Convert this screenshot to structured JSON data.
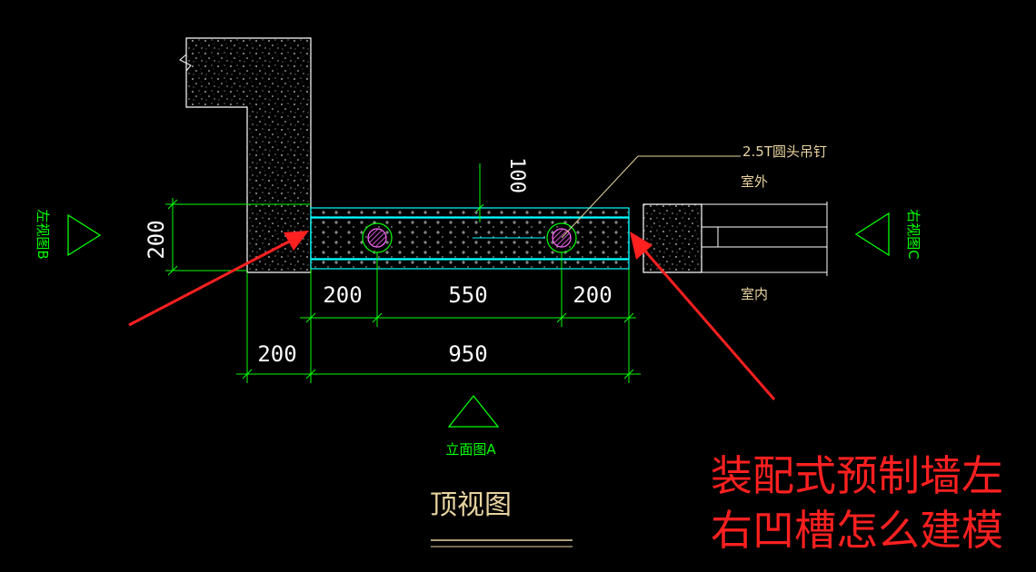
{
  "drawing": {
    "title": "顶视图",
    "annotations": {
      "lifting_nail": "2.5T圆头吊钉",
      "outdoor": "室外",
      "indoor": "室内"
    },
    "views": {
      "left": "左视图B",
      "right": "右视图C",
      "front": "立面图A"
    },
    "dimensions": {
      "height_left": "200",
      "thickness_top": "100",
      "seg_a": "200",
      "seg_b": "550",
      "seg_c": "200",
      "base_a": "200",
      "base_b": "950"
    },
    "question": [
      "装配式预制墙左",
      "右凹槽怎么建模"
    ]
  },
  "colors": {
    "background": "#000000",
    "concrete_outline": "#ffffff",
    "panel_outline": "#00ffff",
    "dimension": "#00ff00",
    "label": "#e8d3a0",
    "arrow": "#ff2020",
    "nail": "#ff66ff"
  }
}
